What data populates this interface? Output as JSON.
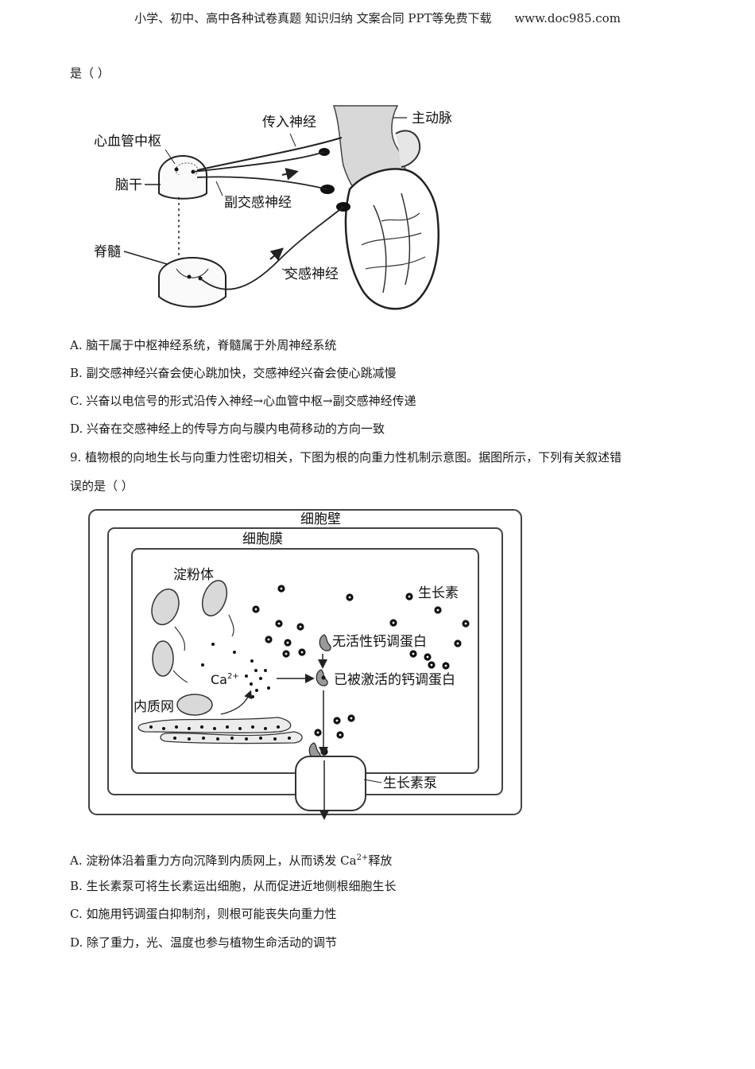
{
  "header": {
    "text": "小学、初中、高中各种试卷真题  知识归纳  文案合同  PPT等免费下载",
    "url": "www.doc985.com"
  },
  "q8": {
    "stem_tail": "是（        ）",
    "figure_labels": {
      "afferent": "传入神经",
      "aorta": "主动脉",
      "cardio_center": "心血管中枢",
      "brainstem": "脑干",
      "parasympathetic": "副交感神经",
      "spinal_cord": "脊髓",
      "sympathetic": "交感神经"
    },
    "options": [
      "A. 脑干属于中枢神经系统，脊髓属于外周神经系统",
      "B. 副交感神经兴奋会使心跳加快，交感神经兴奋会使心跳减慢",
      "C. 兴奋以电信号的形式沿传入神经→心血管中枢→副交感神经传递",
      "D. 兴奋在交感神经上的传导方向与膜内电荷移动的方向一致"
    ]
  },
  "q9": {
    "stem_line1": "9. 植物根的向地生长与向重力性密切相关，下图为根的向重力性机制示意图。据图所示，下列有关叙述错",
    "stem_line2": "误的是（    ）",
    "figure_labels": {
      "cell_wall": "细胞壁",
      "cell_membrane": "细胞膜",
      "amyloplast": "淀粉体",
      "auxin": "生长素",
      "inactive_calmodulin": "无活性钙调蛋白",
      "activated_calmodulin": "已被激活的钙调蛋白",
      "calcium_base": "Ca",
      "calcium_sup": "2+",
      "er": "内质网",
      "auxin_pump": "生长素泵"
    },
    "option_a_pre": "A. 淀粉体沿着重力方向沉降到内质网上，从而诱发 Ca",
    "option_a_sup": "2+",
    "option_a_post": "释放",
    "options": [
      "B. 生长素泵可将生长素运出细胞，从而促进近地侧根细胞生长",
      "C. 如施用钙调蛋白抑制剂，则根可能丧失向重力性",
      "D. 除了重力，光、温度也参与植物生命活动的调节"
    ]
  }
}
